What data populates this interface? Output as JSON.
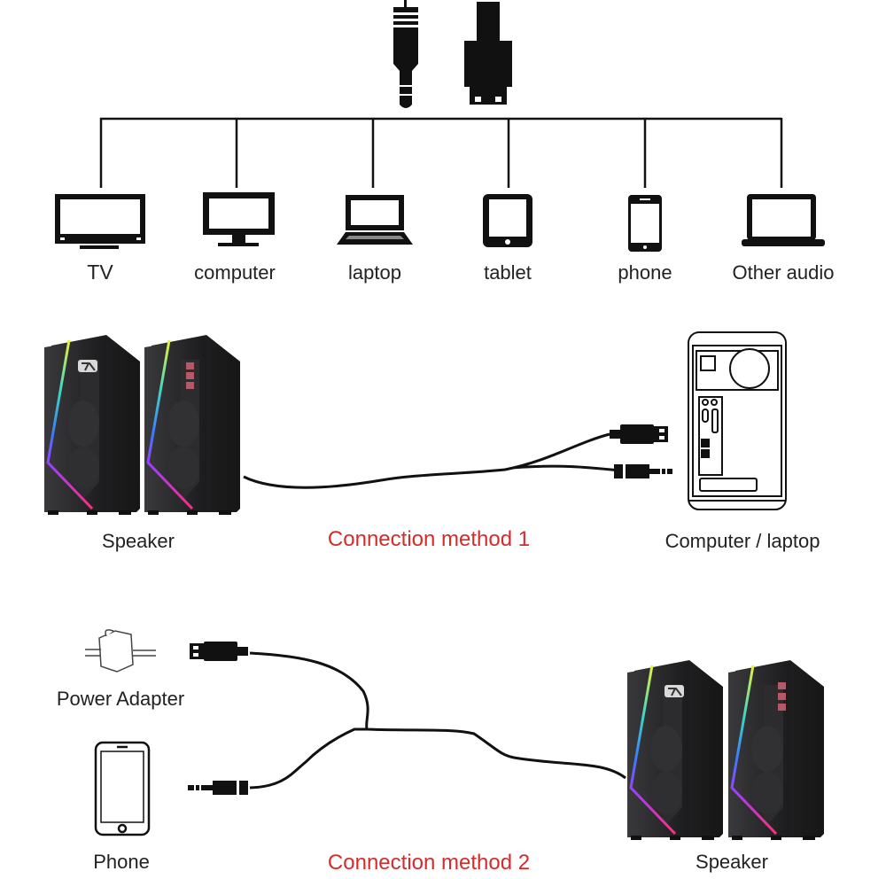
{
  "title_connectors": {
    "audio_plug": "3.5mm-audio-plug-icon",
    "usb_plug": "usb-plug-icon"
  },
  "devices": [
    {
      "label": "TV",
      "icon": "tv-icon"
    },
    {
      "label": "computer",
      "icon": "monitor-icon"
    },
    {
      "label": "laptop",
      "icon": "laptop-icon"
    },
    {
      "label": "tablet",
      "icon": "tablet-icon"
    },
    {
      "label": "phone",
      "icon": "phone-icon"
    },
    {
      "label": "Other audio",
      "icon": "laptop-open-icon"
    }
  ],
  "method1": {
    "title": "Connection method 1",
    "left_label": "Speaker",
    "right_label": "Computer / laptop"
  },
  "method2": {
    "title": "Connection method 2",
    "power_label": "Power Adapter",
    "phone_label": "Phone",
    "speaker_label": "Speaker"
  },
  "colors": {
    "accent_red": "#d62b2b",
    "line": "#111111",
    "text": "#222222"
  }
}
